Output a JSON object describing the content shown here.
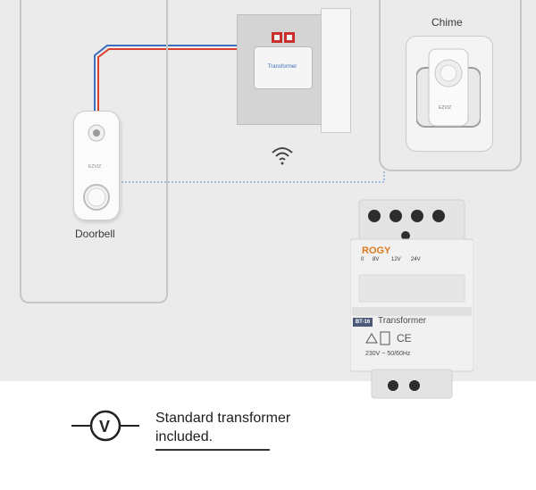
{
  "diagram": {
    "doorbell_label": "Doorbell",
    "chime_label": "Chime",
    "panel_transformer_label": "Transformer",
    "brand_small": "EZVIZ",
    "wifi_icon": "wifi-icon"
  },
  "device": {
    "logo": "ROGY",
    "voltages": [
      "0",
      "8V",
      "12V",
      "24V"
    ],
    "model": "BT-16",
    "title": "Transformer",
    "ce": "CE",
    "rating": "230V ~ 50/60Hz"
  },
  "caption": {
    "line1": "Standard transformer",
    "line2": "included."
  },
  "colors": {
    "wire_red": "#d94030",
    "wire_blue": "#3b6fbf",
    "background": "#ebebeb"
  }
}
